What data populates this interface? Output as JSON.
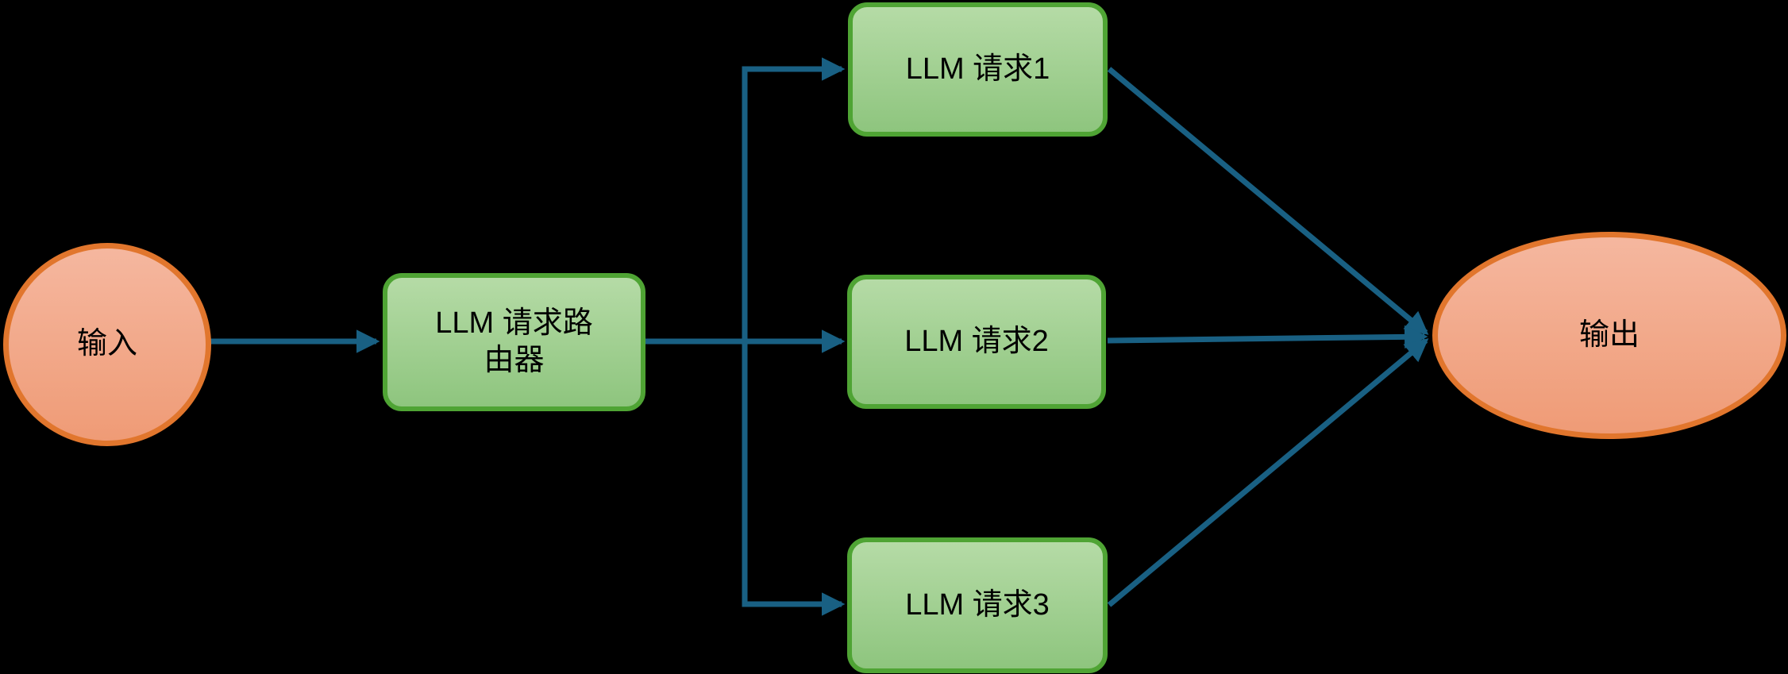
{
  "diagram": {
    "type": "flowchart",
    "nodes": {
      "input": {
        "label": "输入",
        "shape": "circle",
        "color_style": "orange"
      },
      "router": {
        "label": "LLM 请求路\n由器",
        "shape": "rounded-rect",
        "color_style": "green"
      },
      "request1": {
        "label": "LLM 请求1",
        "shape": "rounded-rect",
        "color_style": "green"
      },
      "request2": {
        "label": "LLM 请求2",
        "shape": "rounded-rect",
        "color_style": "green"
      },
      "request3": {
        "label": "LLM 请求3",
        "shape": "rounded-rect",
        "color_style": "green"
      },
      "output": {
        "label": "输出",
        "shape": "ellipse",
        "color_style": "orange"
      }
    },
    "edges": [
      {
        "from": "input",
        "to": "router",
        "arrow": true
      },
      {
        "from": "router",
        "to": "request1",
        "arrow": true
      },
      {
        "from": "router",
        "to": "request2",
        "arrow": true
      },
      {
        "from": "router",
        "to": "request3",
        "arrow": true
      },
      {
        "from": "request1",
        "to": "output",
        "arrow": true
      },
      {
        "from": "request2",
        "to": "output",
        "arrow": true
      },
      {
        "from": "request3",
        "to": "output",
        "arrow": true
      }
    ],
    "colors": {
      "background": "#000000",
      "arrow": "#196083",
      "green_border": "#4fa434",
      "green_top": "#b5dba6",
      "green_bottom": "#8ec57e",
      "orange_border": "#e1762d",
      "orange_top": "#f5b79f",
      "orange_bottom": "#ef9b76",
      "text": "#000000"
    }
  }
}
